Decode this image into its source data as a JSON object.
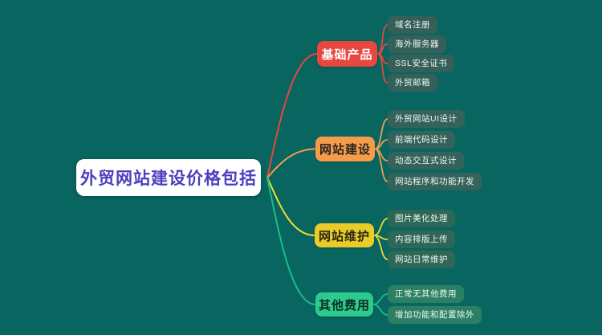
{
  "canvas": {
    "background": "#086560"
  },
  "central": {
    "label": "外贸网站建设价格包括",
    "bg": "#FFFFFF",
    "text_color": "#4B3FC0"
  },
  "branches": [
    {
      "label": "基础产品",
      "bg": "#E8473F",
      "text_color": "#FFFFFF",
      "line_color": "#E8473F",
      "child_bg": "#35605A",
      "child_text_color": "#F2F5F2",
      "children": [
        "域名注册",
        "海外服务器",
        "SSL安全证书",
        "外贸邮箱"
      ]
    },
    {
      "label": "网站建设",
      "bg": "#F49C4B",
      "text_color": "#2A2620",
      "line_color": "#F49C4B",
      "child_bg": "#35635B",
      "child_text_color": "#F2F5F2",
      "children": [
        "外贸网站UI设计",
        "前端代码设计",
        "动态交互式设计",
        "网站程序和功能开发"
      ]
    },
    {
      "label": "网站维护",
      "bg": "#E9CC27",
      "text_color": "#2A2713",
      "line_color": "#EDDC2F",
      "child_bg": "#2F6757",
      "child_text_color": "#F2F5F2",
      "children": [
        "图片美化处理",
        "内容排版上传",
        "网站日常维护"
      ]
    },
    {
      "label": "其他费用",
      "bg": "#2DCA8E",
      "text_color": "#0B2E23",
      "line_color": "#1CBE87",
      "child_bg": "#2B8064",
      "child_text_color": "#F2F5F2",
      "children": [
        "正常无其他费用",
        "增加功能和配置除外"
      ]
    }
  ]
}
